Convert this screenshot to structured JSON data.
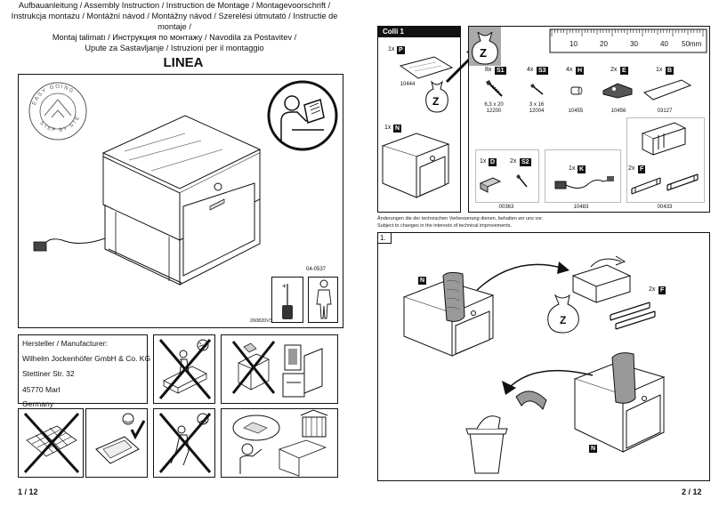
{
  "header": {
    "lines": [
      "Aufbauanleitung / Assembly Instruction / Instruction de Montage / Montagevoorschrift /",
      "Instrukcja montażu / Montážní návod / Montážny návod / Szerelési útmutató / Instructie de montaje /",
      "Montaj talimatı / Инструкция по монтажу / Navodila za Postavitev /",
      "Upute za Sastavljanje / Istruzioni per il montaggio"
    ],
    "product_name": "LINEA"
  },
  "left_page": {
    "badge": {
      "top": "EASY GOING",
      "bottom": "STEP BY STEP"
    },
    "codes": {
      "top": "04-0537",
      "bottom": "260820V3"
    },
    "manufacturer": {
      "heading": "Hersteller / Manufacturer:",
      "lines": [
        "Wilhelm Jockenhöfer GmbH & Co. KG",
        "Stettiner Str. 32",
        "45770 Marl",
        "Germany"
      ]
    },
    "page_number": "1 / 12"
  },
  "right_page": {
    "colli": "Colli 1",
    "ruler": {
      "ticks": [
        "10",
        "20",
        "30",
        "40",
        "50mm"
      ]
    },
    "zip_bag_letter": "Z",
    "parts": [
      {
        "qty": "1x",
        "letter": "P",
        "code": "10444"
      },
      {
        "qty": "1x",
        "letter": "N",
        "code": ""
      },
      {
        "qty": "8x",
        "letter": "S1",
        "size": "6,3 x 20",
        "code": "12200"
      },
      {
        "qty": "4x",
        "letter": "S3",
        "size": "3 x 16",
        "code": "12004"
      },
      {
        "qty": "4x",
        "letter": "H",
        "code": "10455"
      },
      {
        "qty": "2x",
        "letter": "E",
        "code": "10456"
      },
      {
        "qty": "1x",
        "letter": "B",
        "code": "03127"
      },
      {
        "qty": "1x",
        "letter": "D",
        "code": ""
      },
      {
        "qty": "2x",
        "letter": "S2",
        "code": "00363"
      },
      {
        "qty": "1x",
        "letter": "K",
        "code": "10483"
      },
      {
        "qty": "2x",
        "letter": "F",
        "code": "00433"
      }
    ],
    "notes": [
      "Änderungen die der technischen Verbesserung dienen, behalten wir uns vor.",
      "Subject to changes in the interests of technical improvements."
    ],
    "step": {
      "number": "1.",
      "label_n": "N",
      "label_f_qty": "2x",
      "label_f": "F",
      "bag_letter": "Z"
    },
    "page_number": "2 / 12"
  }
}
